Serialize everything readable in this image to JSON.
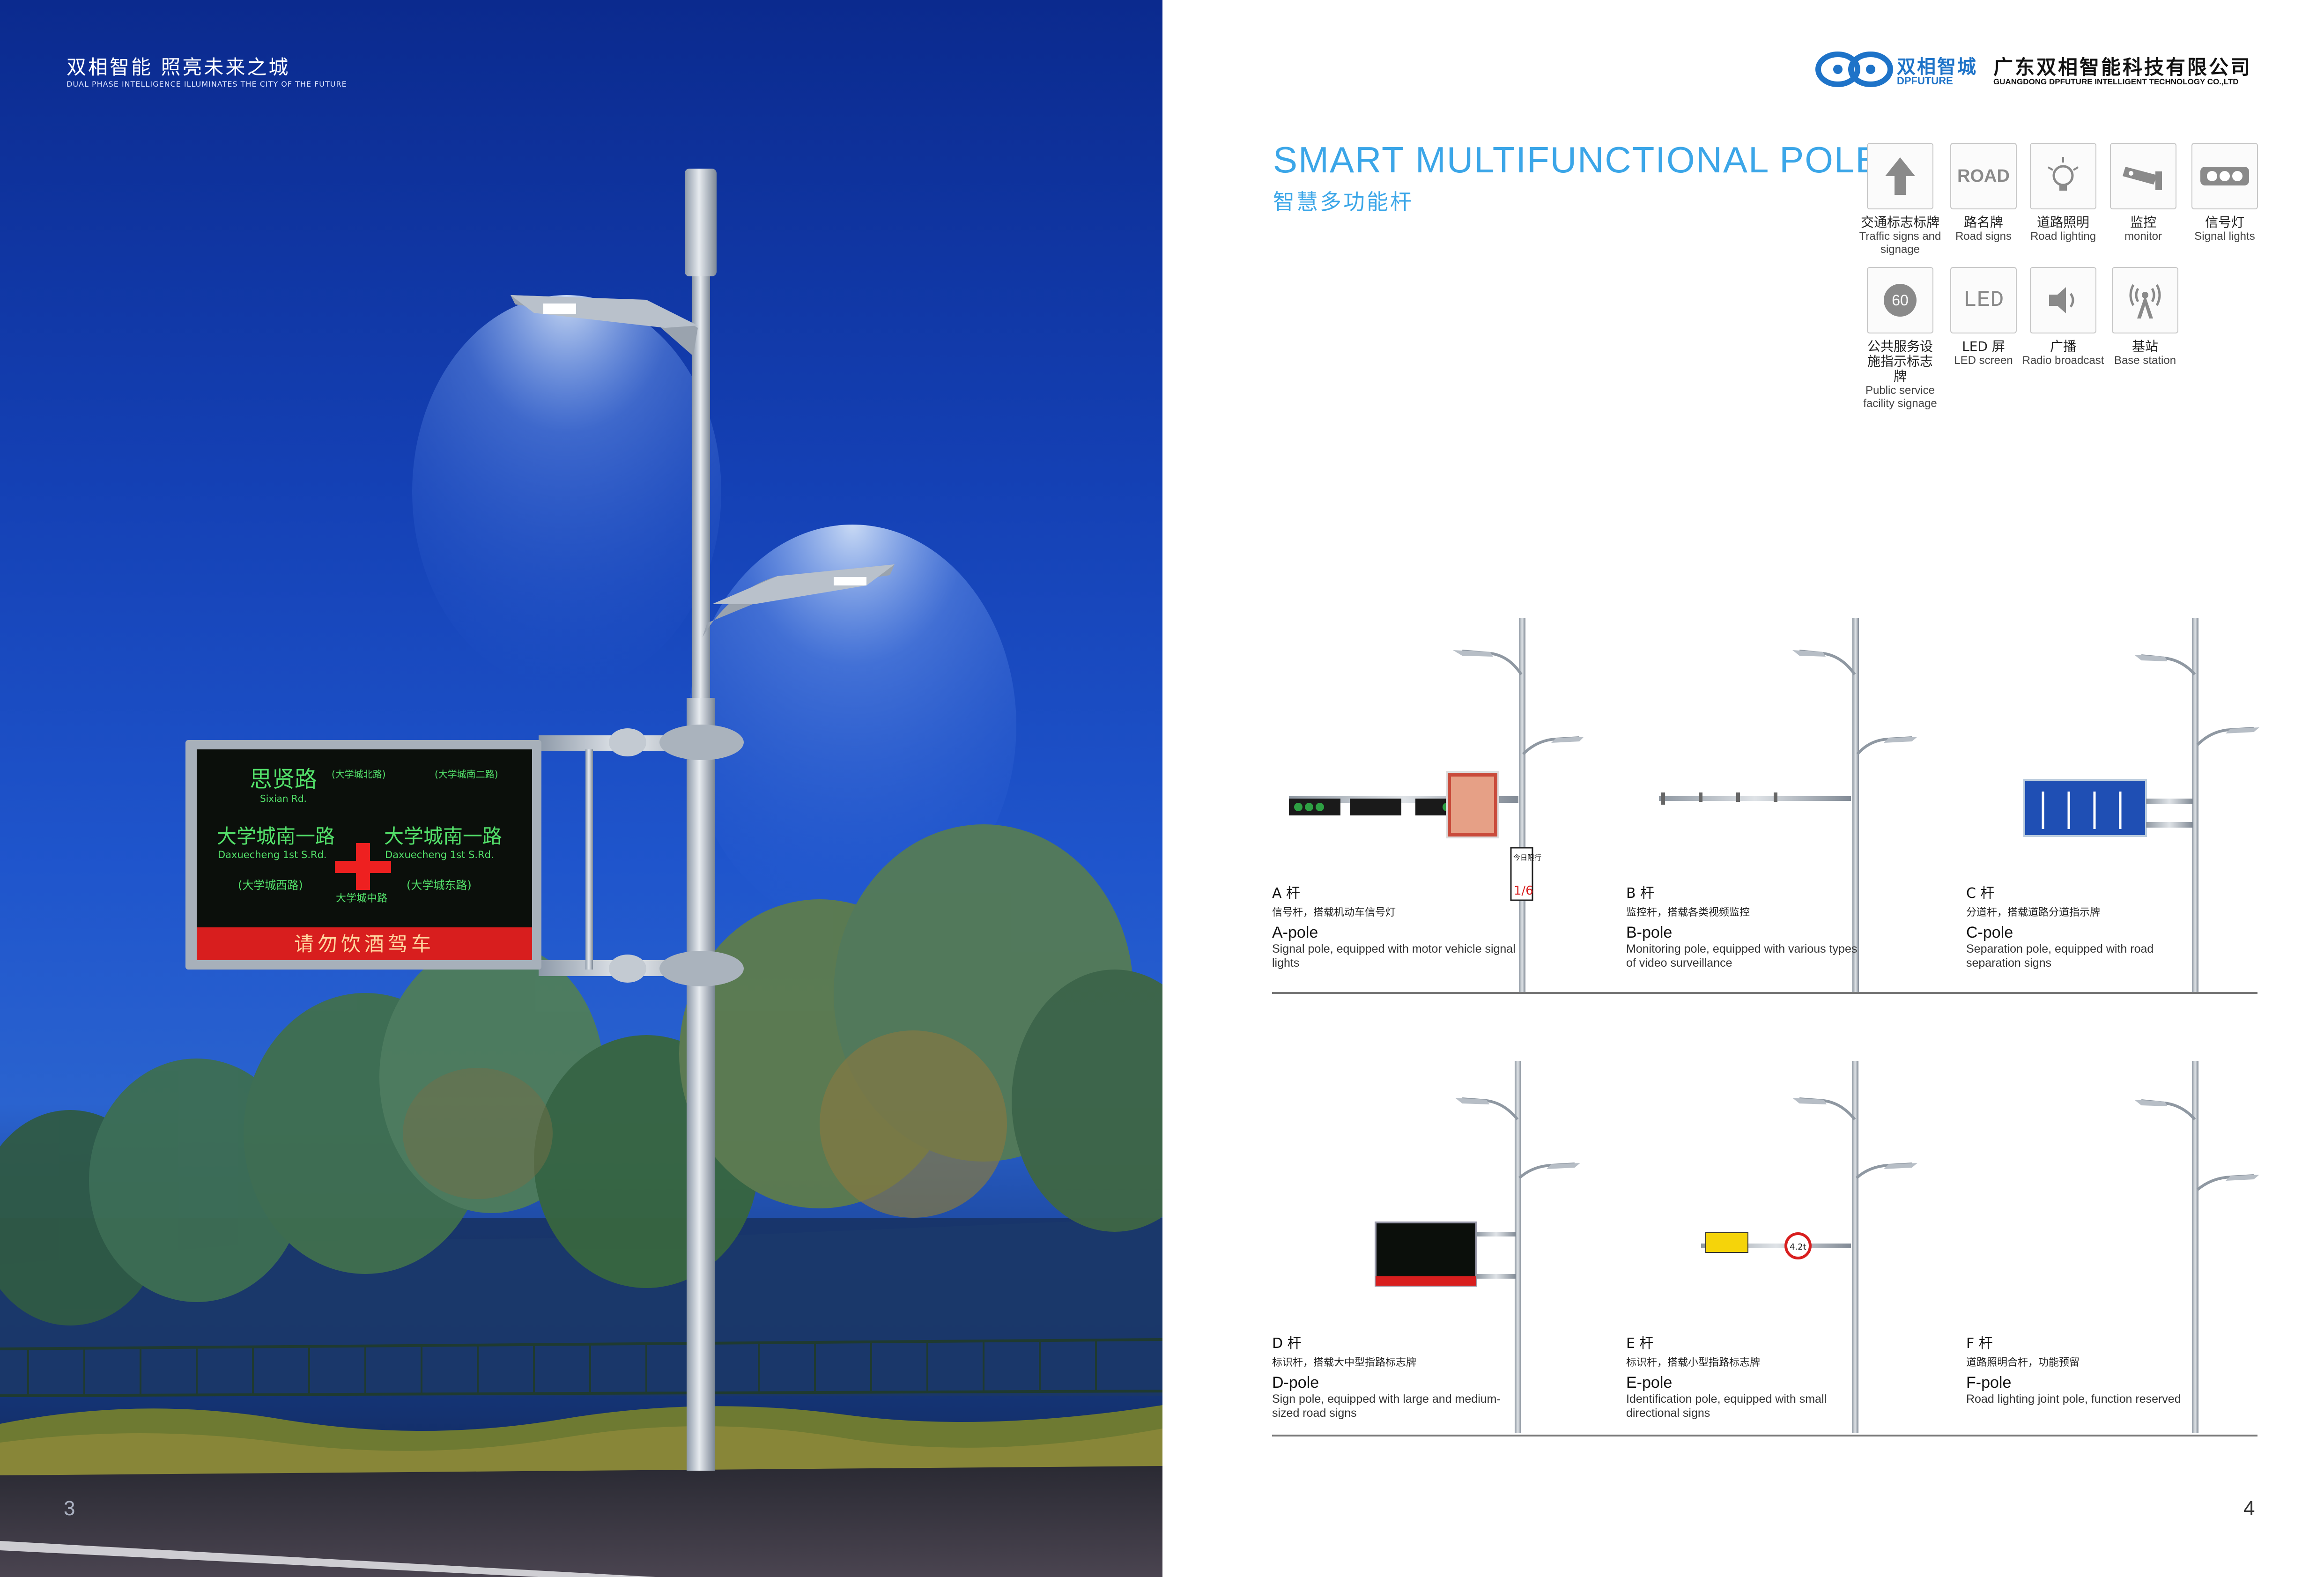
{
  "left_page": {
    "tagline_cn": "双相智能  照亮未来之城",
    "tagline_en": "DUAL PHASE INTELLIGENCE ILLUMINATES THE CITY OF THE FUTURE",
    "page_number": "3",
    "sign": {
      "road_name_cn": "思贤路",
      "road_name_py": "Sixian Rd.",
      "north_left": "(大学城北路)",
      "north_right": "(大学城南二路)",
      "left_road_cn": "大学城南一路",
      "left_road_py": "Daxuecheng 1st S.Rd.",
      "right_road_cn": "大学城南一路",
      "right_road_py": "Daxuecheng 1st S.Rd.",
      "west": "(大学城西路)",
      "east": "(大学城东路)",
      "south": "大学城中路",
      "banner": "请勿饮酒驾车"
    }
  },
  "right_page": {
    "page_number": "4",
    "brand": {
      "name": "双相智城",
      "name_en": "DPFUTURE",
      "company_cn": "广东双相智能科技有限公司",
      "company_en": "GUANGDONG DPFUTURE INTELLIGENT TECHNOLOGY CO.,LTD"
    },
    "title_en": "SMART MULTIFUNCTIONAL POLE",
    "title_cn": "智慧多功能杆",
    "features": [
      {
        "icon": "arrow-up-icon",
        "icon_text": "",
        "cn": "交通标志标牌",
        "en": "Traffic signs and signage"
      },
      {
        "icon": "road-text-icon",
        "icon_text": "ROAD",
        "cn": "路名牌",
        "en": "Road signs"
      },
      {
        "icon": "light-bulb-icon",
        "icon_text": "",
        "cn": "道路照明",
        "en": "Road lighting"
      },
      {
        "icon": "camera-icon",
        "icon_text": "",
        "cn": "监控",
        "en": "monitor"
      },
      {
        "icon": "traffic-light-icon",
        "icon_text": "",
        "cn": "信号灯",
        "en": "Signal lights"
      },
      {
        "icon": "speed-limit-icon",
        "icon_text": "60",
        "cn": "公共服务设施指示标志牌",
        "en": "Public service facility signage"
      },
      {
        "icon": "led-text-icon",
        "icon_text": "LED",
        "cn": "LED 屏",
        "en": "LED screen"
      },
      {
        "icon": "speaker-icon",
        "icon_text": "",
        "cn": "广播",
        "en": "Radio broadcast"
      },
      {
        "icon": "antenna-icon",
        "icon_text": "",
        "cn": "基站",
        "en": "Base station"
      }
    ],
    "poles": [
      {
        "cn_title": "A 杆",
        "cn_desc": "信号杆，搭载机动车信号灯",
        "en_title": "A-pole",
        "en_desc": "Signal pole, equipped with motor vehicle signal lights",
        "sign_text": "今日限行",
        "sign_num": "1/6"
      },
      {
        "cn_title": "B 杆",
        "cn_desc": "监控杆，搭载各类视频监控",
        "en_title": "B-pole",
        "en_desc": "Monitoring pole, equipped with various types of video surveillance"
      },
      {
        "cn_title": "C 杆",
        "cn_desc": "分道杆，搭载道路分道指示牌",
        "en_title": "C-pole",
        "en_desc": "Separation pole, equipped with road separation signs"
      },
      {
        "cn_title": "D 杆",
        "cn_desc": "标识杆，搭载大中型指路标志牌",
        "en_title": "D-pole",
        "en_desc": "Sign pole, equipped with large and medium-sized road signs"
      },
      {
        "cn_title": "E 杆",
        "cn_desc": "标识杆，搭载小型指路标志牌",
        "en_title": "E-pole",
        "en_desc": "Identification pole, equipped with small directional signs",
        "sign_num": "4.2t"
      },
      {
        "cn_title": "F 杆",
        "cn_desc": "道路照明合杆，功能预留",
        "en_title": "F-pole",
        "en_desc": "Road lighting joint pole, function reserved"
      }
    ]
  }
}
